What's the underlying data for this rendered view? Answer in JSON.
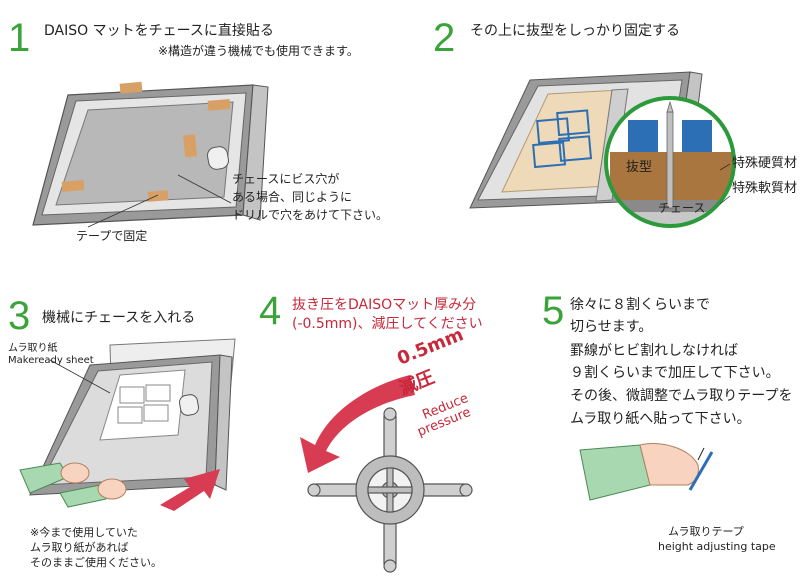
{
  "step1": {
    "number": "1",
    "title": "DAISO マットをチェースに直接貼る",
    "note": "※構造が違う機械でも使用できます。",
    "screw_note_lines": [
      "チェースにビス穴が",
      "ある場合、同じように",
      "ドリルで穴をあけて下さい。"
    ],
    "tape_label": "テープで固定"
  },
  "step2": {
    "number": "2",
    "title": "その上に抜型をしっかり固定する",
    "die_label": "抜型",
    "chase_label": "チェース",
    "hard_material": "特殊硬質材",
    "soft_material": "特殊軟質材"
  },
  "step3": {
    "number": "3",
    "title": "機械にチェースを入れる",
    "sheet_label_jp": "ムラ取り紙",
    "sheet_label_en": "Makeready sheet",
    "note_lines": [
      "※今まで使用していた",
      "ムラ取り紙があれば",
      "そのままご使用ください。"
    ]
  },
  "step4": {
    "number": "4",
    "title_lines": [
      "抜き圧をDAISOマット厚み分",
      "(-0.5mm)、減圧してください"
    ],
    "reduce_value": "0.5mm",
    "reduce_jp": "減圧",
    "reduce_en_lines": [
      "Reduce",
      "pressure"
    ]
  },
  "step5": {
    "number": "5",
    "lines": [
      "徐々に８割くらいまで",
      "切らせます。",
      "罫線がヒビ割れしなければ",
      "９割くらいまで加圧して下さい。",
      "その後、微調整でムラ取りテープを",
      "ムラ取り紙へ貼って下さい。"
    ],
    "tape_label_jp": "ムラ取りテープ",
    "tape_label_en": "height adjusting tape"
  },
  "colors": {
    "accent_green": "#3aa33a",
    "accent_red": "#c8283a",
    "tape": "#d9a066",
    "die_wood": "#a9763f",
    "blade_blue": "#2d6fb5"
  }
}
